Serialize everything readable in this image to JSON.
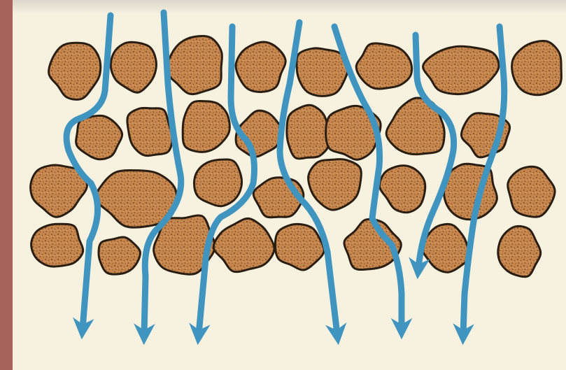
{
  "colors": {
    "background": "#f7f1e0",
    "frame_left": "#a8625c",
    "frame_top": "#dcd6cb",
    "particle_fill": "#c6874f",
    "particle_speckle": "#8d5427",
    "particle_outline": "#2a1d12",
    "water_flow": "#3f95bf"
  },
  "particles": [
    {
      "name": "soil-particle-r1-1"
    },
    {
      "name": "soil-particle-r1-2"
    },
    {
      "name": "soil-particle-r1-3"
    },
    {
      "name": "soil-particle-r1-4"
    },
    {
      "name": "soil-particle-r1-5"
    },
    {
      "name": "soil-particle-r1-6"
    },
    {
      "name": "soil-particle-r1-7"
    },
    {
      "name": "soil-particle-r1-8"
    },
    {
      "name": "soil-particle-r2-1"
    },
    {
      "name": "soil-particle-r2-2"
    },
    {
      "name": "soil-particle-r2-3"
    },
    {
      "name": "soil-particle-r2-4"
    },
    {
      "name": "soil-particle-r2-5"
    },
    {
      "name": "soil-particle-r2-6"
    },
    {
      "name": "soil-particle-r2-7"
    },
    {
      "name": "soil-particle-r2-8"
    },
    {
      "name": "soil-particle-r3-1"
    },
    {
      "name": "soil-particle-r3-2"
    },
    {
      "name": "soil-particle-r3-3"
    },
    {
      "name": "soil-particle-r3-4"
    },
    {
      "name": "soil-particle-r3-5"
    },
    {
      "name": "soil-particle-r3-6"
    },
    {
      "name": "soil-particle-r3-7"
    },
    {
      "name": "soil-particle-r3-8"
    },
    {
      "name": "soil-particle-r4-1"
    },
    {
      "name": "soil-particle-r4-2"
    },
    {
      "name": "soil-particle-r4-3"
    },
    {
      "name": "soil-particle-r4-4"
    },
    {
      "name": "soil-particle-r4-5"
    },
    {
      "name": "soil-particle-r4-6"
    },
    {
      "name": "soil-particle-r4-7"
    },
    {
      "name": "soil-particle-r4-8"
    }
  ],
  "flow_paths": [
    {
      "name": "water-flow-path-1"
    },
    {
      "name": "water-flow-path-2"
    },
    {
      "name": "water-flow-path-3"
    },
    {
      "name": "water-flow-path-4"
    },
    {
      "name": "water-flow-path-5"
    },
    {
      "name": "water-flow-path-6"
    },
    {
      "name": "water-flow-path-7"
    }
  ]
}
